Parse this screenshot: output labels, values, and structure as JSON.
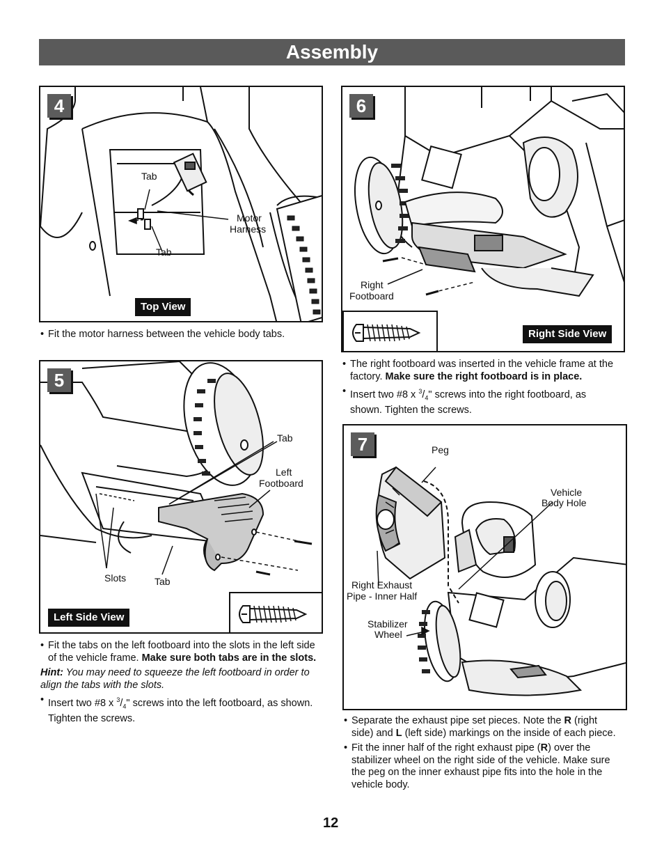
{
  "page": {
    "title": "Assembly",
    "page_number": "12"
  },
  "step4": {
    "number": "4",
    "view_label": "Top View",
    "callouts": {
      "tab_top": "Tab",
      "tab_bottom": "Tab",
      "motor": "Motor",
      "harness": "Harness"
    },
    "instructions": [
      "Fit the motor harness between the vehicle body tabs."
    ]
  },
  "step5": {
    "number": "5",
    "view_label": "Left Side View",
    "callouts": {
      "tab_top": "Tab",
      "left": "Left",
      "footboard": "Footboard",
      "slots": "Slots",
      "tab_bottom": "Tab"
    },
    "instr1_a": "Fit the tabs on the left footboard into the slots in the left side of the vehicle frame. ",
    "instr1_b": "Make sure both tabs are in the slots.",
    "hint_label": "Hint:",
    "hint_text": " You may need to squeeze the left footboard in order to align the tabs with the slots.",
    "instr2_a": "Insert two #8 x ",
    "instr2_frac_num": "3",
    "instr2_frac_den": "4",
    "instr2_b": "\" screws into the left footboard, as shown. Tighten the screws."
  },
  "step6": {
    "number": "6",
    "view_label": "Right Side View",
    "callouts": {
      "right": "Right",
      "footboard": "Footboard"
    },
    "instr1_a": "The right footboard was inserted in the vehicle frame at the factory. ",
    "instr1_b": "Make sure the right footboard is in place.",
    "instr2_a": "Insert two #8 x ",
    "instr2_frac_num": "3",
    "instr2_frac_den": "4",
    "instr2_b": "\" screws into the right footboard, as shown. Tighten the screws."
  },
  "step7": {
    "number": "7",
    "callouts": {
      "peg": "Peg",
      "vehicle": "Vehicle",
      "body_hole": "Body Hole",
      "right_exhaust": "Right Exhaust",
      "pipe_inner": "Pipe - Inner Half",
      "stabilizer": "Stabilizer",
      "wheel": "Wheel"
    },
    "instr1_a": "Separate the exhaust pipe set pieces. Note the ",
    "instr1_r": "R",
    "instr1_b": " (right side) and ",
    "instr1_l": "L",
    "instr1_c": " (left side) markings on the inside of each piece.",
    "instr2_a": "Fit the inner half of the right exhaust pipe (",
    "instr2_r": "R",
    "instr2_b": ") over the stabilizer wheel on the right side of the vehicle. Make sure the peg on the inner exhaust pipe fits into the hole in the vehicle body."
  }
}
